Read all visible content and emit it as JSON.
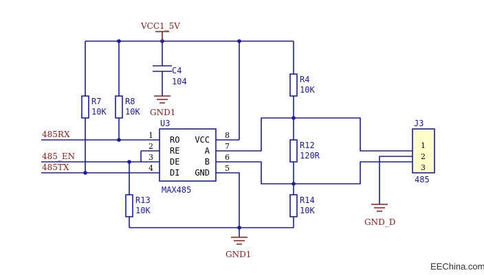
{
  "power": {
    "vcc": "VCC1_5V",
    "gnd1_top": "GND1",
    "gnd1_bottom": "GND1",
    "gnd_d": "GND_D"
  },
  "c4": {
    "ref": "C4",
    "value": "104"
  },
  "r7": {
    "ref": "R7",
    "value": "10K"
  },
  "r8": {
    "ref": "R8",
    "value": "10K"
  },
  "r4": {
    "ref": "R4",
    "value": "10K"
  },
  "r12": {
    "ref": "R12",
    "value": "120R"
  },
  "r13": {
    "ref": "R13",
    "value": "10K"
  },
  "r14": {
    "ref": "R14",
    "value": "10K"
  },
  "u3": {
    "ref": "U3",
    "part": "MAX485",
    "left_pins": [
      {
        "num": "1",
        "name": "RO"
      },
      {
        "num": "2",
        "name": "RE"
      },
      {
        "num": "3",
        "name": "DE"
      },
      {
        "num": "4",
        "name": "DI"
      }
    ],
    "right_pins": [
      {
        "num": "8",
        "name": "VCC"
      },
      {
        "num": "7",
        "name": "A"
      },
      {
        "num": "6",
        "name": "B"
      },
      {
        "num": "5",
        "name": "GND"
      }
    ]
  },
  "nets": {
    "rx": "485RX",
    "en": "485_EN",
    "tx": "485TX"
  },
  "j3": {
    "ref": "J3",
    "value": "485",
    "pins": [
      "1",
      "2",
      "3"
    ]
  },
  "watermark": "EEChina.com"
}
